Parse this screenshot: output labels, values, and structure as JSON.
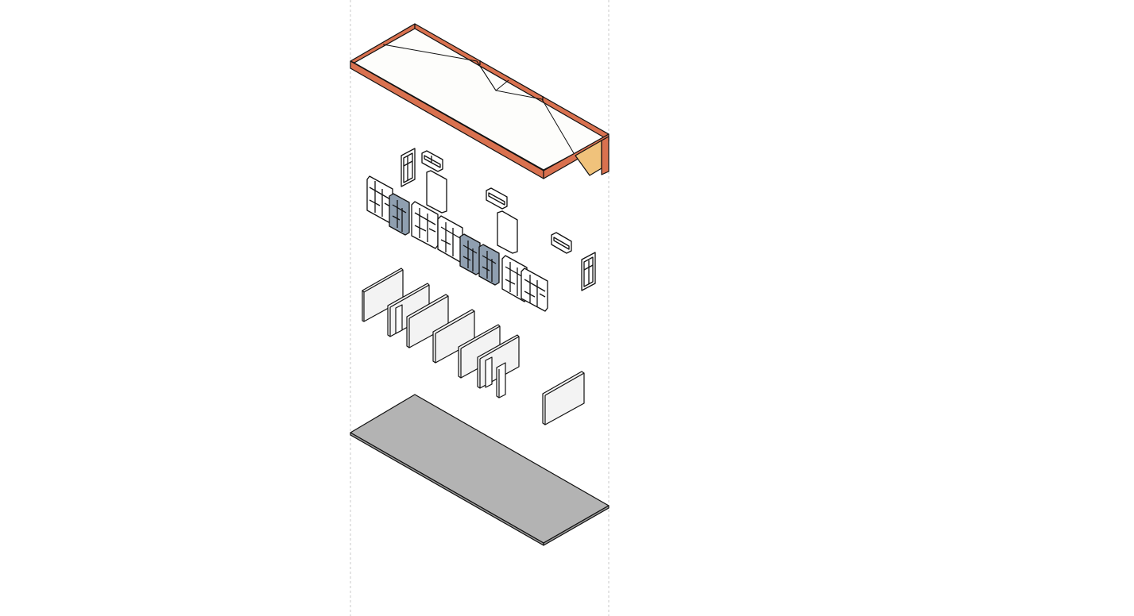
{
  "diagram": {
    "kind": "exploded-axonometric-building",
    "layers": [
      "roof",
      "windows-and-panels",
      "interior-partition-walls",
      "floor-slab"
    ],
    "colors": {
      "background": "#ffffff",
      "guide_line": "#c8c8c8",
      "roof_fascia": "#d9714f",
      "roof_top": "#fdfdfb",
      "roof_gable": "#f0c27b",
      "glass_panel": "#8f9fb0",
      "window_frame": "#ffffff",
      "wall_face": "#f3f3f3",
      "floor_top": "#b3b3b3",
      "outline": "#111111"
    }
  }
}
